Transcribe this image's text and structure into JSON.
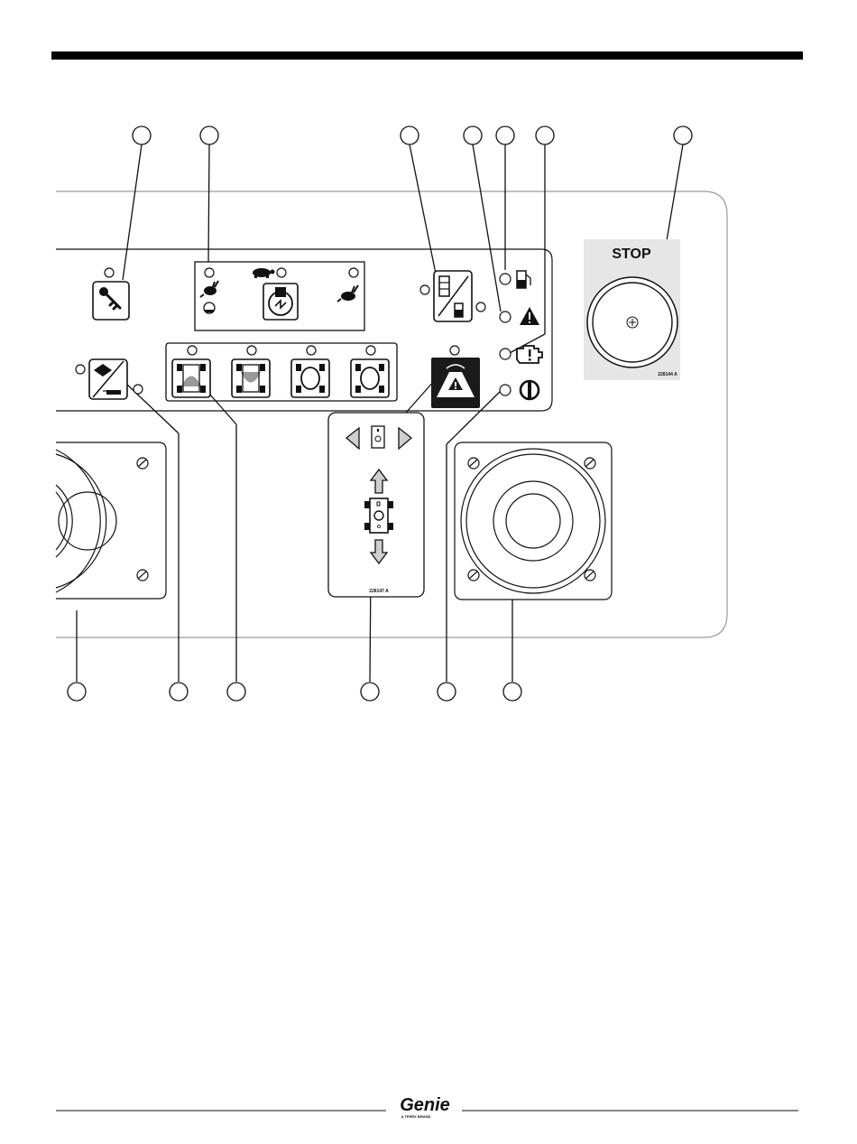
{
  "stop_label": "STOP",
  "stop_decal_code": "228144 A",
  "drive_decal_code": "228147 A",
  "brand": {
    "logo": "Genie",
    "tagline": "A TEREX BRAND"
  },
  "icons": [
    "key-icon",
    "turtle-icon",
    "rabbit-icon",
    "engine-start-icon",
    "glow-plug-icon",
    "fuel-icon",
    "battery-fuel-icon",
    "warning-icon",
    "check-engine-icon",
    "power-icon",
    "steer-mode-icon",
    "drive-enable-icon",
    "lift-drive-icon",
    "arrow-up-icon",
    "arrow-down-icon",
    "arrow-left-icon",
    "arrow-right-icon",
    "emergency-stop-icon"
  ],
  "colors": {
    "ink": "#111111",
    "panel_stroke": "#9a9a9a",
    "decal_bg": "#e6e6e6",
    "drive_button_bg": "#1a1a1a",
    "arrow_fill": "#cfcfcf"
  }
}
